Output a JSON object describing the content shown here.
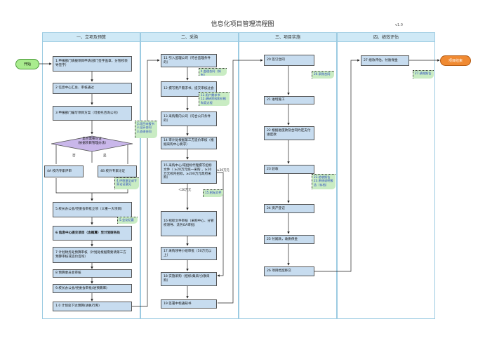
{
  "title": "信息化项目管理流程图",
  "version": "v1.0",
  "lanes": [
    "一、立项及预算",
    "二、采购",
    "三、项目实施",
    "四、绩效评估"
  ],
  "start_label": "开始",
  "end_label": "项目结束",
  "decision": "是否需要论证\n（依据项目管理办法）",
  "no_label": "否",
  "yes_label": "是",
  "lane1": {
    "s1": "1.申报部门填报项目申请(部门签字盖章，分管校领导签字）",
    "s2": "2 信息中心汇总、审核通过",
    "s3": "3 申报部门编写项目方案（可委托咨询公司）",
    "s4a": "4A 校内专家评审",
    "s4b": "4B 校外专家论证",
    "s5": "5.校长办公会/党委会审批立项（三重一大项目）",
    "s6": "6 信息中心提交项目（含概算）至计划财务处",
    "s7": "7 计划财务处预算审核（计划处根据需要请第三方预算审核或造价咨询）",
    "s8": "8 预算委员会审核",
    "s9": "9.校长办公会/党委会审批(进预算库)",
    "s10": "1.0 计划处下达预算(进执行库)"
  },
  "lane1_notes": {
    "n3": "3.项目申报书\n3.设计合同\n3.咨询合同",
    "n4": "4.评审意见或专家论证意见",
    "n5": "5.会议纪要"
  },
  "lane2": {
    "s11": "11 引入监理公司（符合监理条件的）",
    "s12": "12 撰写用户需求书，提交审核过会",
    "s13": "13 采购需内公司（符合公开条件的）",
    "s14": "14 审计处根据第三方造价审核（根据采购中心要求）",
    "s15": "15.采购中心/或招标代理撰写招标文件（ ≥20万元统一采购 ，≥20万元校内招标，≥200万元政府采购）",
    "s16": "16 招标文件审核（采购中心、分管校领导、法务OA审批）",
    "s17": "17.采购领导小组审批（50万元以上）",
    "s18": "18 实施采购（招标/集采/分散采购）",
    "s19": "19 签署中标通知书"
  },
  "lane2_notes": {
    "n11": "ll.监理合同（如有）",
    "n12": "12.用户需求书\n12.调研资料和价格和竞过程",
    "n15": "15.招标文件"
  },
  "lane2_labels": {
    "gte20": "≥20万元",
    "lt20": "＜20万元"
  },
  "lane3": {
    "s20": "20 签订合同",
    "s21": "21 进场施工",
    "s22": "22 根据进度款及合同约定支付进度款",
    "s23": "23 验收",
    "s24": "24 资产登记",
    "s25": "25 付尾款，收质保金",
    "s26": "26 项目档案移交"
  },
  "lane3_notes": {
    "n20": "20.采购合同",
    "n23": "23.验收报告\n23.系统说明报告（存档）"
  },
  "lane4": {
    "s27": "27 绩效评估，付质保金"
  },
  "lane4_notes": {
    "n27": "27.绩效报告"
  },
  "colors": {
    "header_bg": "#cfe9f6",
    "box_bg": "#c7dcef",
    "note_bg": "#c9ecc3",
    "start_bg": "#a9ec8e",
    "end_bg": "#f08a32",
    "decision_bg": "#c9b7ea"
  }
}
